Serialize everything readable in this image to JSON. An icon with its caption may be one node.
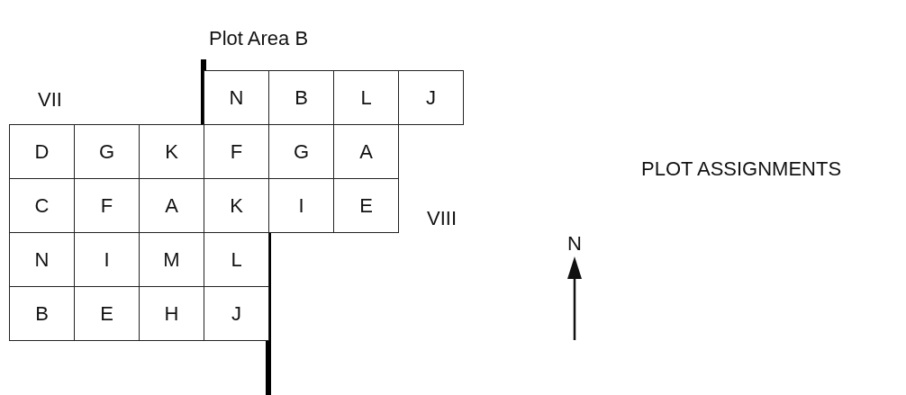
{
  "diagram": {
    "nodes": [
      {
        "text": [
          "N"
        ]
      },
      {
        "text": [
          "B"
        ]
      },
      {
        "text": [
          "L"
        ]
      },
      {
        "text": [
          "J"
        ]
      },
      {
        "text": [
          "D"
        ]
      },
      {
        "text": [
          "G"
        ]
      },
      {
        "text": [
          "K"
        ]
      },
      {
        "text": [
          "F"
        ]
      },
      {
        "text": [
          "G"
        ]
      },
      {
        "text": [
          "A"
        ]
      },
      {
        "text": [
          "C"
        ]
      },
      {
        "text": [
          "F"
        ]
      },
      {
        "text": [
          "A"
        ]
      },
      {
        "text": [
          "K"
        ]
      },
      {
        "text": [
          "I"
        ]
      },
      {
        "text": [
          "E"
        ]
      },
      {
        "text": [
          "N"
        ]
      },
      {
        "text": [
          "I"
        ]
      },
      {
        "text": [
          "M"
        ]
      },
      {
        "text": [
          "L"
        ]
      },
      {
        "text": [
          "B"
        ]
      },
      {
        "text": [
          "E"
        ]
      },
      {
        "text": [
          "H"
        ]
      },
      {
        "text": [
          "J"
        ]
      }
    ],
    "edges": [],
    "labels": [
      "Plot Area B",
      "VII",
      "PLOT ASSIGNMENTS",
      "VIII",
      "N"
    ]
  }
}
